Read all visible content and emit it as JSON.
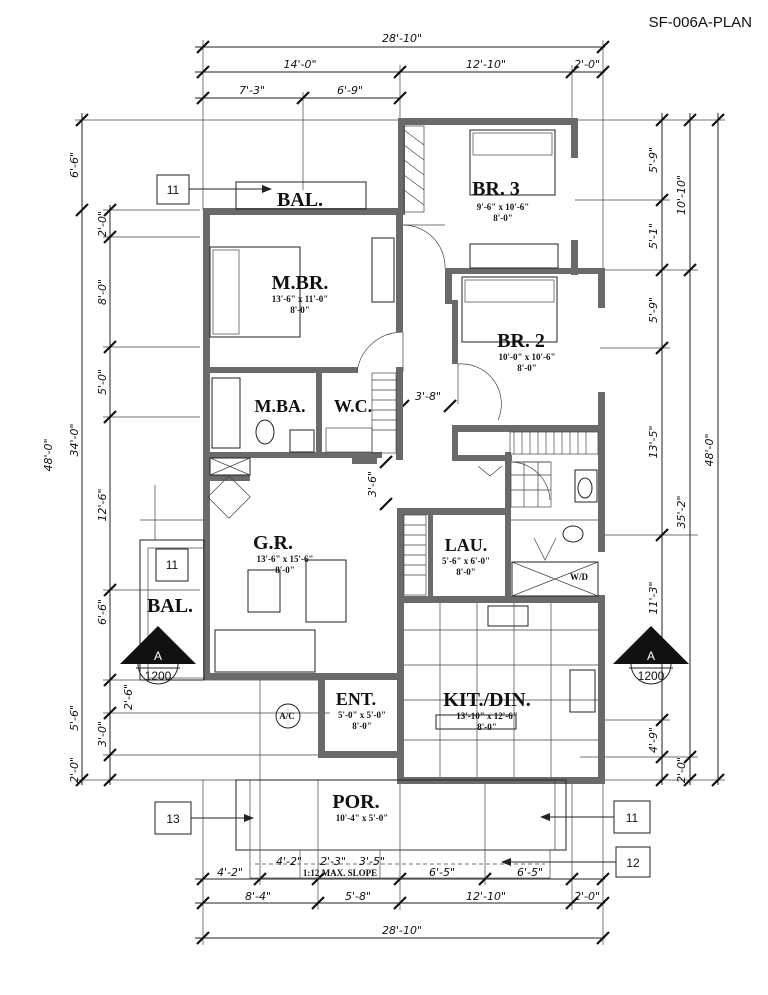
{
  "plan_code": "SF-006A-PLAN",
  "rooms": {
    "bal_top": "BAL.",
    "br3": {
      "name": "BR. 3",
      "size": "9'-6\" x 10'-6\"",
      "ceiling": "8'-0\""
    },
    "mbr": {
      "name": "M.BR.",
      "size": "13'-6\" x 11'-0\"",
      "ceiling": "8'-0\""
    },
    "br2": {
      "name": "BR. 2",
      "size": "10'-0\" x 10'-6\"",
      "ceiling": "8'-0\""
    },
    "mba": "M.BA.",
    "wc": "W.C.",
    "gr": {
      "name": "G.R.",
      "size": "13'-6\" x 15'-6\"",
      "ceiling": "8'-0\""
    },
    "lau": {
      "name": "LAU.",
      "size": "5'-6\" x 6'-0\"",
      "ceiling": "8'-0\""
    },
    "bal_left": "BAL.",
    "ent": {
      "name": "ENT.",
      "size": "5'-0\" x 5'-0\"",
      "ceiling": "8'-0\""
    },
    "kit": {
      "name": "KIT./DIN.",
      "size": "13'-10\" x 12'-6\"",
      "ceiling": "8'-0\""
    },
    "por": {
      "name": "POR.",
      "size": "10'-4\" x 5'-0\""
    }
  },
  "labels": {
    "ac": "A/C",
    "wd": "W/D",
    "slope": "1:12 MAX. SLOPE",
    "hall_w": "3'-8\"",
    "hall_h": "3'-6\""
  },
  "sections": [
    {
      "letter": "A",
      "sheet": "1200"
    },
    {
      "letter": "A",
      "sheet": "1200"
    }
  ],
  "tags": [
    "11",
    "11",
    "13",
    "11",
    "12"
  ],
  "dims": {
    "top": [
      "28'-10\"",
      "14'-0\"",
      "12'-10\"",
      "2'-0\"",
      "7'-3\"",
      "6'-9\""
    ],
    "bottom": [
      "4'-2\"",
      "4'-2\"",
      "2'-3\"",
      "3'-5\"",
      "6'-5\"",
      "6'-5\"",
      "8'-4\"",
      "5'-8\"",
      "12'-10\"",
      "2'-0\"",
      "28'-10\""
    ],
    "left": [
      "6'-6\"",
      "2'-0\"",
      "8'-0\"",
      "5'-0\"",
      "12'-6\"",
      "6'-6\"",
      "2'-6\"",
      "5'-6\"",
      "3'-0\"",
      "2'-0\"",
      "34'-0\"",
      "48'-0\""
    ],
    "right": [
      "5'-9\"",
      "5'-1\"",
      "10'-10\"",
      "5'-9\"",
      "13'-5\"",
      "11'-3\"",
      "35'-2\"",
      "4'-9\"",
      "2'-0\"",
      "48'-0\""
    ]
  }
}
